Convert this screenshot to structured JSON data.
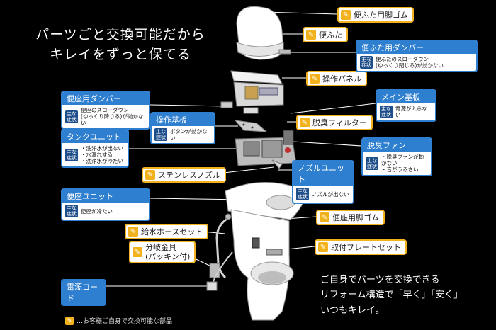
{
  "headline": {
    "line1": "パーツごと交換可能だから",
    "line2": "キレイをずっと保てる"
  },
  "parts": {
    "lid_rubber": "便ふた用脚ゴム",
    "lid": "便ふた",
    "control_panel": "操作パネル",
    "deodorizing_filter": "脱臭フィルター",
    "stainless_nozzle": "ステンレスノズル",
    "seat_rubber": "便座用脚ゴム",
    "water_hose": "給水ホースセット",
    "branch_fitting_line1": "分岐金具",
    "branch_fitting_line2": "(パッキン付)",
    "mounting_plate": "取付プレートセット"
  },
  "symptom_label": "主な症状",
  "boxes": {
    "lid_damper": {
      "title": "便ふた用ダンパー",
      "symptoms": [
        "便ふたのスローダウン",
        "(ゆっくり閉じる)が効かない"
      ]
    },
    "main_board": {
      "title": "メイン基板",
      "symptoms": [
        "電源が入らない"
      ]
    },
    "seat_damper": {
      "title": "便座用ダンパー",
      "symptoms": [
        "便座のスローダウン",
        "(ゆっくり降りる)が効かない"
      ]
    },
    "operation_board": {
      "title": "操作基板",
      "symptoms": [
        "ボタンが効かない"
      ]
    },
    "deodorizing_fan": {
      "title": "脱臭ファン",
      "symptoms": [
        "・脱臭ファンが動かない",
        "・音がうるさい"
      ]
    },
    "tank_unit": {
      "title": "タンクユニット",
      "symptoms": [
        "・洗浄水が出ない",
        "・水漏れする",
        "・洗浄水が冷たい"
      ]
    },
    "nozzle_unit": {
      "title": "ノズルユニット",
      "symptoms": [
        "ノズルが出ない"
      ]
    },
    "seat_unit": {
      "title": "便座ユニット",
      "symptoms": [
        "便座が冷たい"
      ]
    },
    "power_cord": {
      "title": "電源コード",
      "symptoms": []
    }
  },
  "footer": {
    "line1": "ご自身でパーツを交換できる",
    "line2": "リフォーム構造で「早く」「安く」",
    "line3": "いつもキレイ。"
  },
  "legend_note": "…お客様ご自身で交換可能な部品",
  "colors": {
    "accent_orange": "#f2b21d",
    "accent_blue": "#2f7fd0",
    "background": "#000000"
  }
}
